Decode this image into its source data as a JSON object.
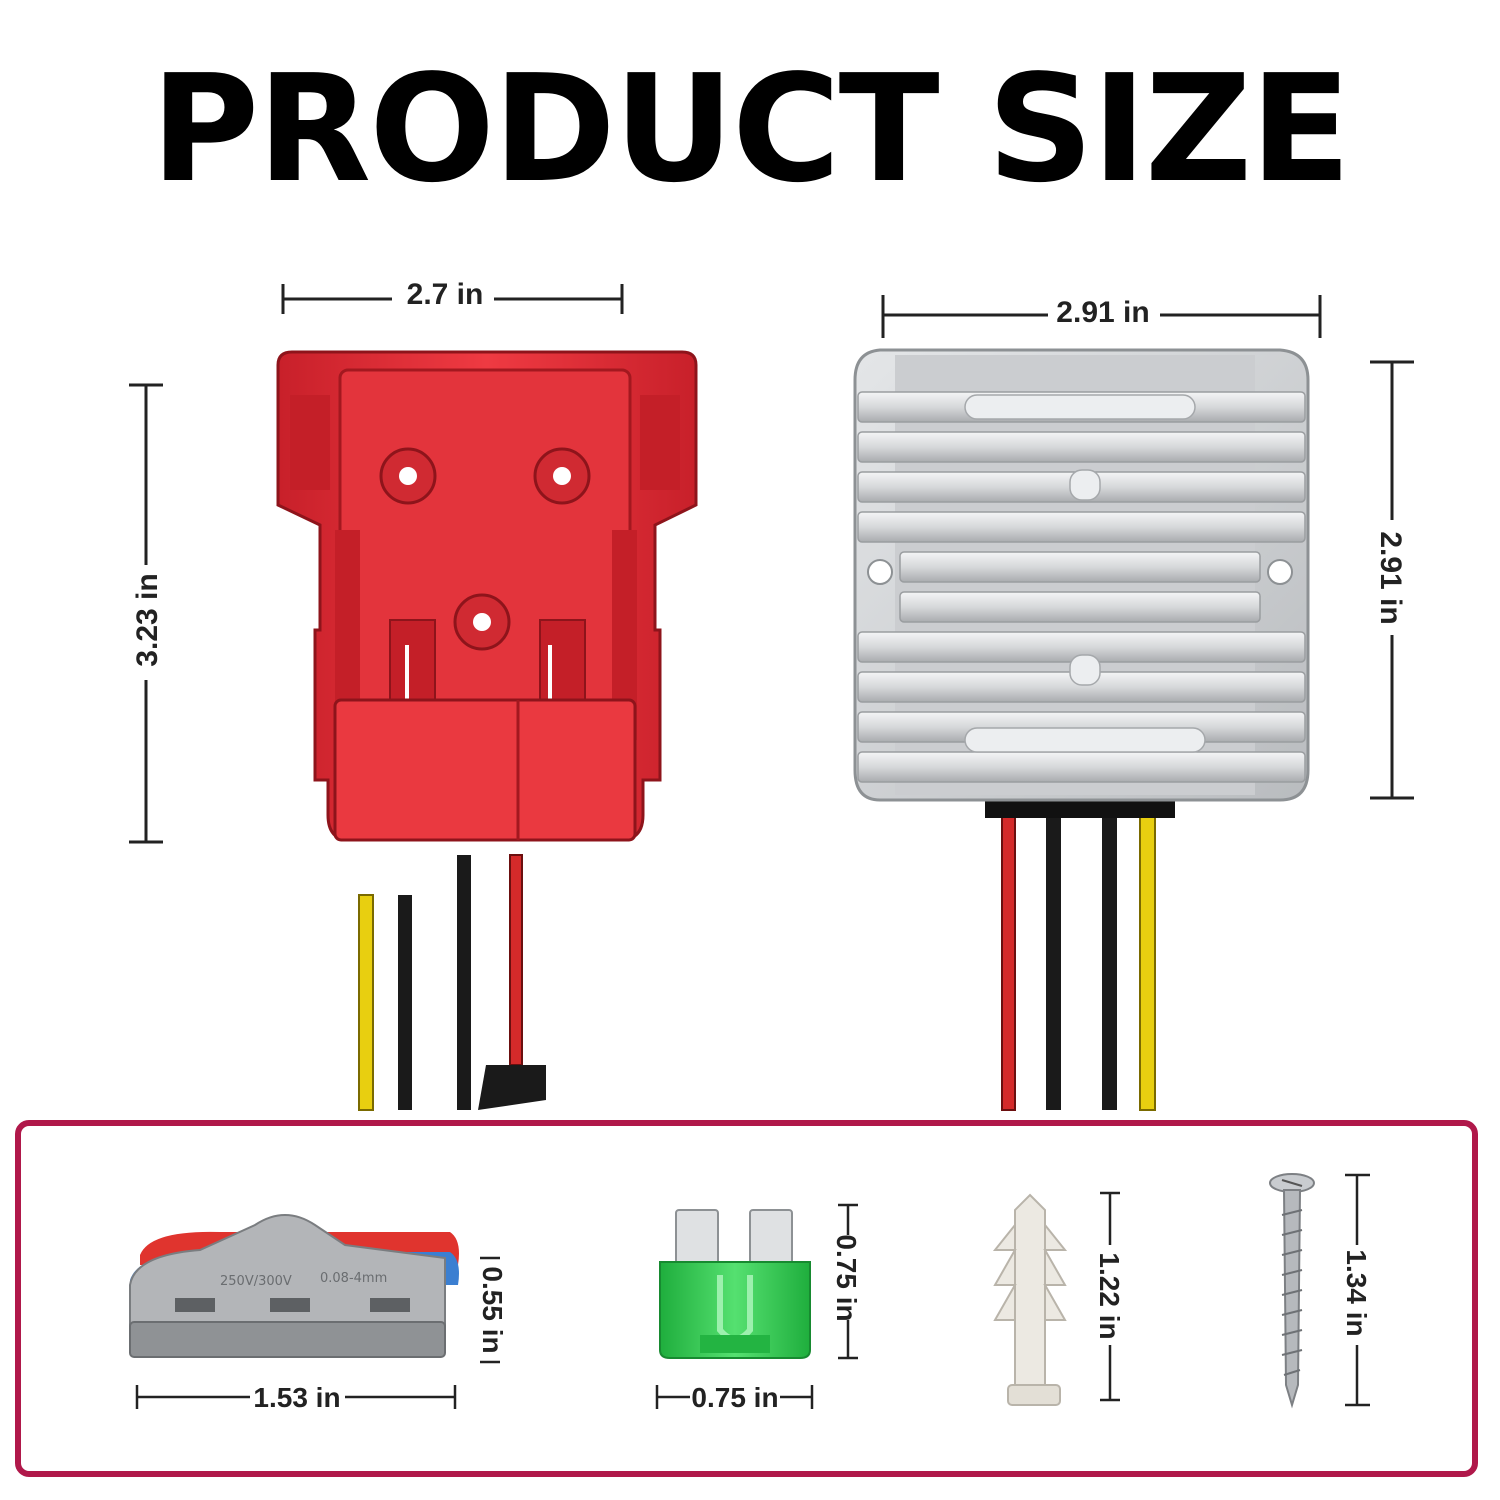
{
  "title": "PRODUCT SIZE",
  "colors": {
    "frame": "#b0184a",
    "adapter_red": "#e8303a",
    "converter_silver": "#cfd2d4",
    "fuse_green": "#2ec84e"
  },
  "dimensions": {
    "adapter_width": "2.7 in",
    "adapter_height": "3.23 in",
    "converter_width": "2.91 in",
    "converter_height": "2.91 in",
    "connector_width": "1.53 in",
    "connector_height": "0.55 in",
    "fuse_width": "0.75 in",
    "fuse_height": "0.75 in",
    "anchor_height": "1.22 in",
    "screw_height": "1.34 in"
  },
  "connector_print": {
    "left": "250V/300V",
    "right": "0.08-4mm"
  }
}
